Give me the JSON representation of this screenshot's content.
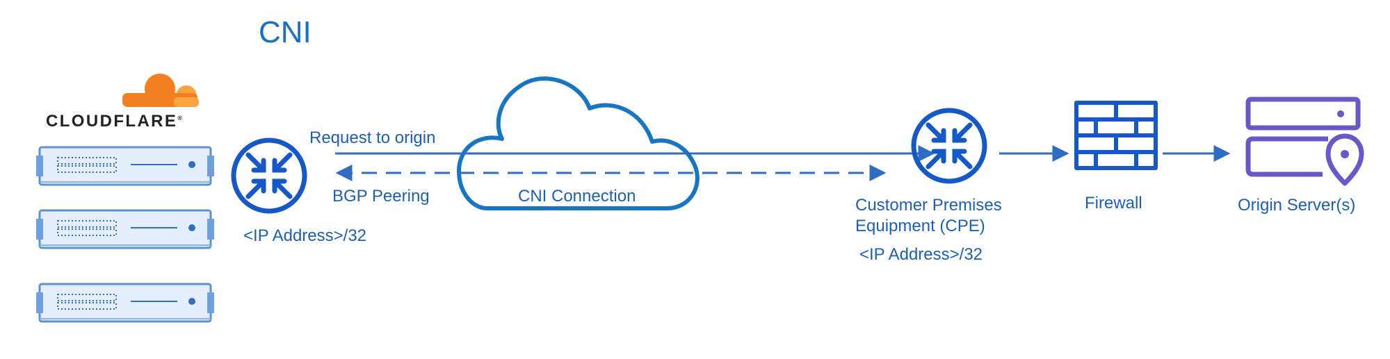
{
  "title": "CNI",
  "logo": {
    "wordmark": "CLOUDFLARE",
    "brand_color": "#f38020"
  },
  "colors": {
    "primary": "#1b5fb6",
    "server_body": "#dbe9fb",
    "origin": "#6a58c8"
  },
  "labels": {
    "request": "Request to origin",
    "bgp": "BGP Peering",
    "connection": "CNI Connection",
    "cf_ip": "<IP Address>/32",
    "cpe_line1": "Customer Premises",
    "cpe_line2": "Equipment (CPE)",
    "cpe_ip": "<IP Address>/32",
    "firewall": "Firewall",
    "origin": "Origin Server(s)"
  },
  "icons": {
    "server_stack": "server-icon",
    "cf_router": "router-icon",
    "cloud": "cloud-icon",
    "cpe_router": "router-icon",
    "firewall": "firewall-icon",
    "origin": "origin-server-icon"
  }
}
